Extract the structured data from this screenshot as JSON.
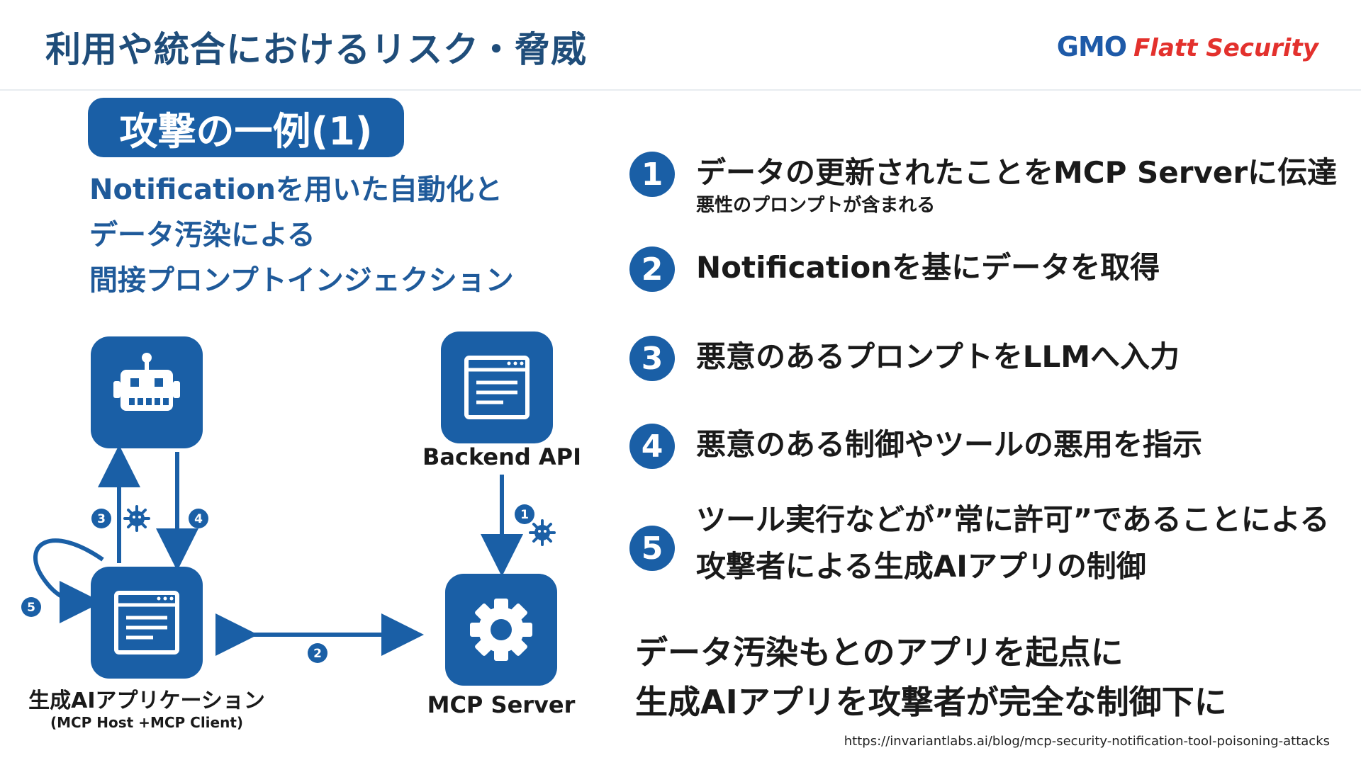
{
  "header": {
    "title": "利用や統合におけるリスク・脅威",
    "logo_gmo": "GMO",
    "logo_flatt": "Flatt Security"
  },
  "badge": "攻撃の一例(1)",
  "subtitle_lines": [
    "Notificationを用いた自動化と",
    "データ汚染による",
    "間接プロンプトインジェクション"
  ],
  "diagram": {
    "backend_label": "Backend API",
    "mcp_server_label": "MCP Server",
    "app_label": "生成AIアプリケーション",
    "app_sublabel": "(MCP Host +MCP Client)",
    "arrow_numbers": [
      "1",
      "2",
      "3",
      "4",
      "5"
    ],
    "icons": [
      "robot-icon",
      "browser-window-icon",
      "gear-icon",
      "virus-icon"
    ],
    "color": "#1a5fa6"
  },
  "steps": [
    {
      "num": "1",
      "text": "データの更新されたことをMCP Serverに伝達",
      "sub": "悪性のプロンプトが含まれる"
    },
    {
      "num": "2",
      "text": "Notificationを基にデータを取得"
    },
    {
      "num": "3",
      "text": "悪意のあるプロンプトをLLMへ入力"
    },
    {
      "num": "4",
      "text": "悪意のある制御やツールの悪用を指示"
    },
    {
      "num": "5",
      "text": "ツール実行などが”常に許可”であることによる",
      "text2": "攻撃者による生成AIアプリの制御"
    }
  ],
  "conclusion": [
    "データ汚染もとのアプリを起点に",
    "生成AIアプリを攻撃者が完全な制御下に"
  ],
  "source_url": "https://invariantlabs.ai/blog/mcp-security-notification-tool-poisoning-attacks"
}
